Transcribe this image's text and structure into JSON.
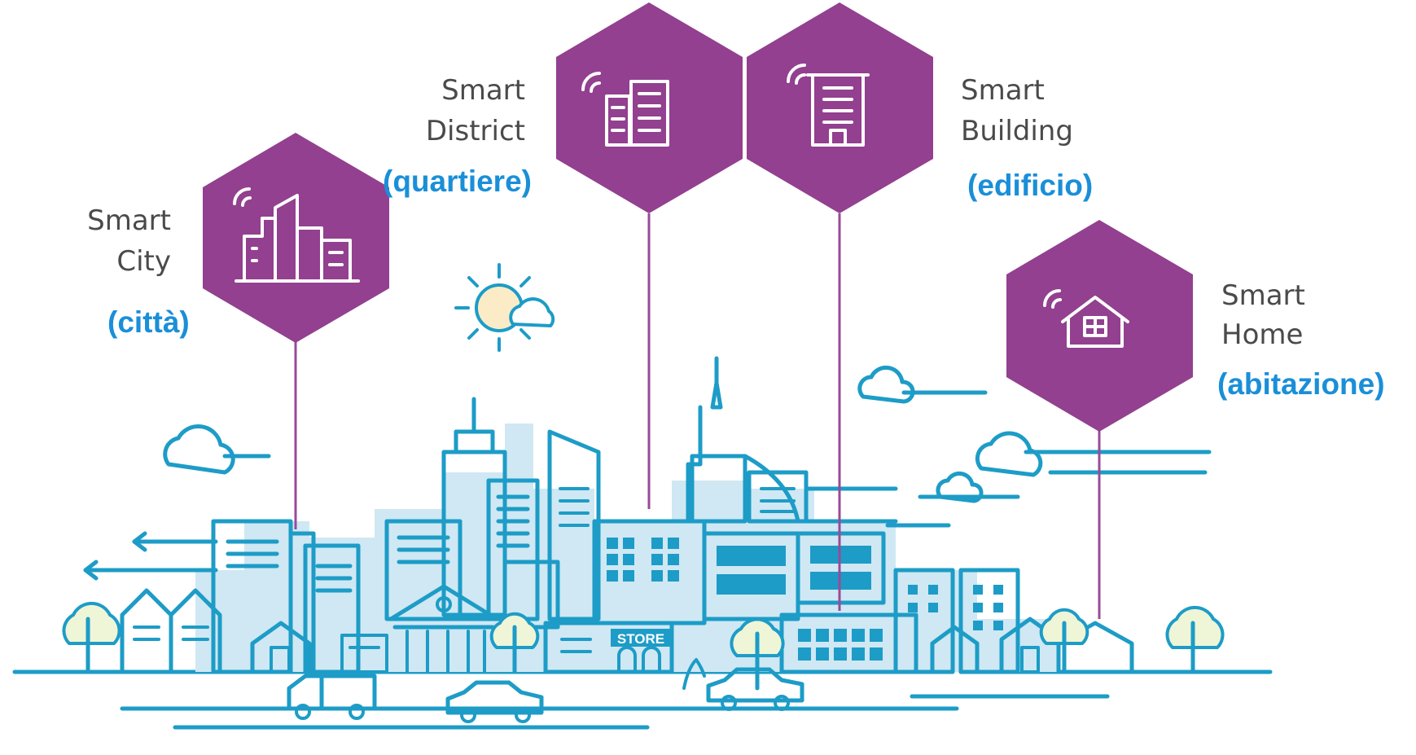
{
  "colors": {
    "hexagon": "#92408f",
    "stem": "#9a4a97",
    "line": "#1d9cc7",
    "fill": "#cfe8f3",
    "label": "#4a4a4a",
    "translation": "#1a8fd8"
  },
  "levels": [
    {
      "id": "city",
      "line1": "Smart",
      "line2": "City",
      "translation": "(città)",
      "icon": "city-skyline-icon"
    },
    {
      "id": "district",
      "line1": "Smart",
      "line2": "District",
      "translation": "(quartiere)",
      "icon": "district-buildings-icon"
    },
    {
      "id": "building",
      "line1": "Smart",
      "line2": "Building",
      "translation": "(edificio)",
      "icon": "office-building-icon"
    },
    {
      "id": "home",
      "line1": "Smart",
      "line2": "Home",
      "translation": "(abitazione)",
      "icon": "smart-house-icon"
    }
  ],
  "store_sign": "STORE"
}
